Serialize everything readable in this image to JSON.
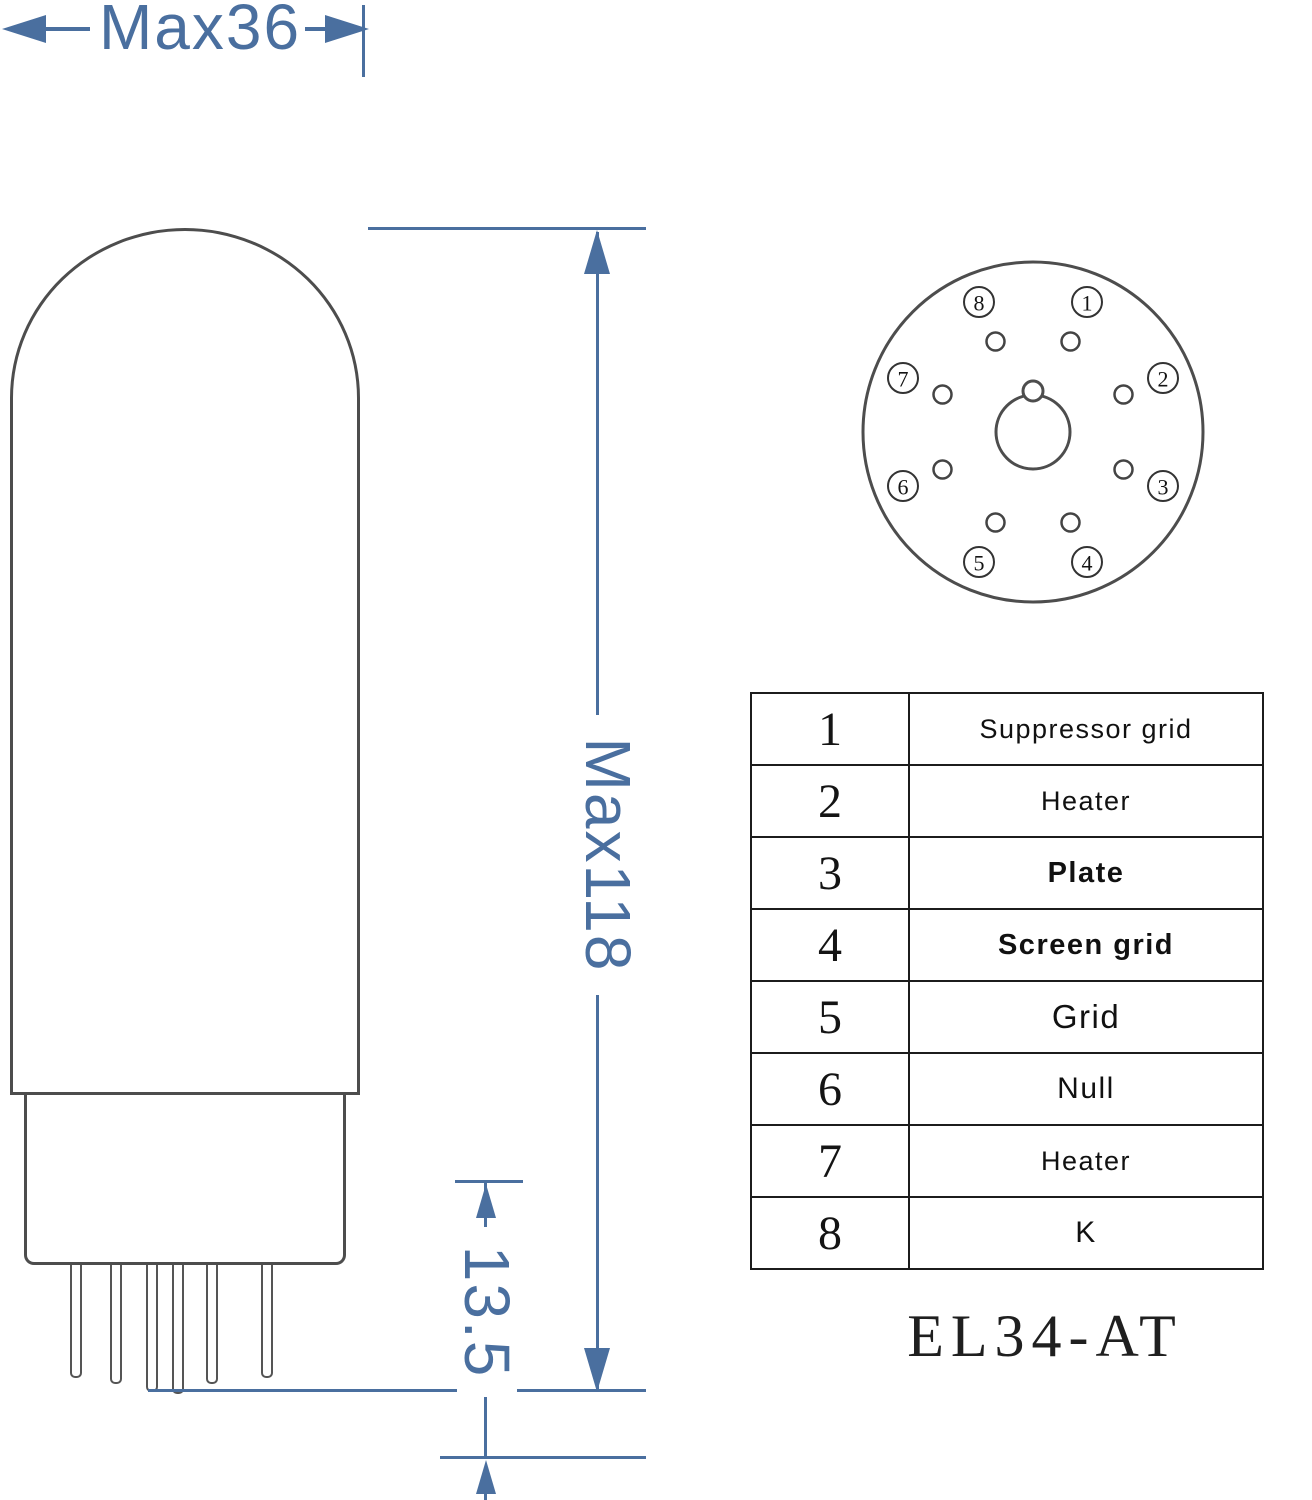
{
  "colors": {
    "dimension_blue": "#4a6f9f",
    "drawing_gray": "#4d4d4d",
    "table_black": "#1c1c1c"
  },
  "dimensions": {
    "width_label": "Max36",
    "height_label": "Max118",
    "base_pin_label": "13.5"
  },
  "socket": {
    "pin_numbers": [
      "1",
      "2",
      "3",
      "4",
      "5",
      "6",
      "7",
      "8"
    ]
  },
  "pin_table": {
    "rows": [
      {
        "pin": "1",
        "function": "Suppressor grid"
      },
      {
        "pin": "2",
        "function": "Heater"
      },
      {
        "pin": "3",
        "function": "Plate"
      },
      {
        "pin": "4",
        "function": "Screen grid"
      },
      {
        "pin": "5",
        "function": "Grid"
      },
      {
        "pin": "6",
        "function": "Null"
      },
      {
        "pin": "7",
        "function": "Heater"
      },
      {
        "pin": "8",
        "function": "K"
      }
    ]
  },
  "model": {
    "label": "EL34-AT"
  }
}
